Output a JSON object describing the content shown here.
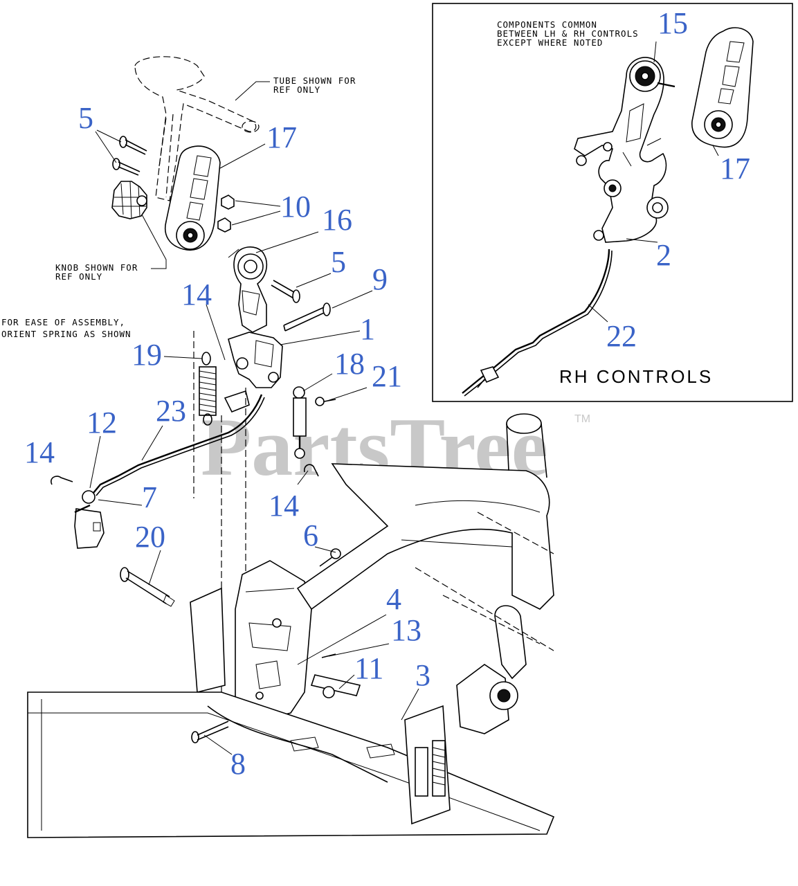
{
  "colors": {
    "callout": "#3a63c7",
    "line": "#000000",
    "watermark": "#c8c8c8",
    "background": "#ffffff"
  },
  "notes": {
    "tube": [
      "TUBE SHOWN FOR",
      "REF ONLY"
    ],
    "knob": [
      "KNOB SHOWN FOR",
      "REF ONLY"
    ],
    "spring": [
      "FOR EASE OF ASSEMBLY,",
      "ORIENT SPRING AS SHOWN"
    ]
  },
  "inset": {
    "note": [
      "COMPONENTS COMMON",
      "BETWEEN LH & RH CONTROLS",
      "EXCEPT WHERE NOTED"
    ],
    "title": "RH CONTROLS"
  },
  "watermark": {
    "text": "PartsTree",
    "tm": "TM"
  },
  "callouts": [
    {
      "id": "c-15",
      "label": "15"
    },
    {
      "id": "c-17b",
      "label": "17"
    },
    {
      "id": "c-2",
      "label": "2"
    },
    {
      "id": "c-22",
      "label": "22"
    },
    {
      "id": "c-5a",
      "label": "5"
    },
    {
      "id": "c-17a",
      "label": "17"
    },
    {
      "id": "c-10",
      "label": "10"
    },
    {
      "id": "c-16",
      "label": "16"
    },
    {
      "id": "c-5b",
      "label": "5"
    },
    {
      "id": "c-9",
      "label": "9"
    },
    {
      "id": "c-14a",
      "label": "14"
    },
    {
      "id": "c-1",
      "label": "1"
    },
    {
      "id": "c-19",
      "label": "19"
    },
    {
      "id": "c-18",
      "label": "18"
    },
    {
      "id": "c-21",
      "label": "21"
    },
    {
      "id": "c-23",
      "label": "23"
    },
    {
      "id": "c-12",
      "label": "12"
    },
    {
      "id": "c-14b",
      "label": "14"
    },
    {
      "id": "c-7",
      "label": "7"
    },
    {
      "id": "c-14c",
      "label": "14"
    },
    {
      "id": "c-20",
      "label": "20"
    },
    {
      "id": "c-6",
      "label": "6"
    },
    {
      "id": "c-4",
      "label": "4"
    },
    {
      "id": "c-13",
      "label": "13"
    },
    {
      "id": "c-11",
      "label": "11"
    },
    {
      "id": "c-3",
      "label": "3"
    },
    {
      "id": "c-8",
      "label": "8"
    }
  ]
}
